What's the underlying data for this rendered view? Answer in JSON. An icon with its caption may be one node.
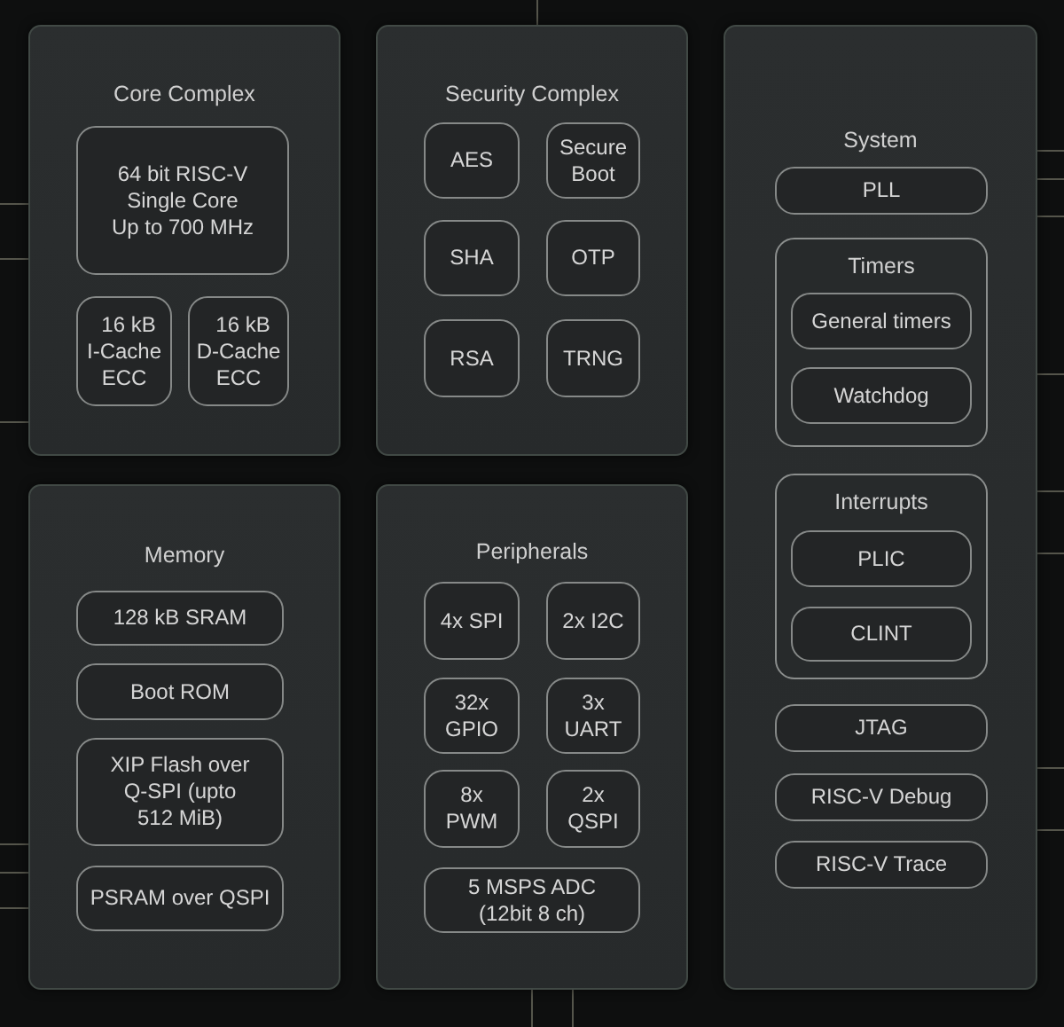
{
  "diagram": {
    "nodes": [
      {
        "text": [
          "Core Complex"
        ]
      },
      {
        "text": [
          "64 bit RISC-V Single Core Up to 700 MHz"
        ],
        "in": 0
      },
      {
        "text": [
          "16 kB I-Cache ECC"
        ],
        "in": 0
      },
      {
        "text": [
          "16 kB D-Cache ECC"
        ],
        "in": 0
      },
      {
        "text": [
          "Security Complex"
        ]
      },
      {
        "text": [
          "AES"
        ],
        "in": 4
      },
      {
        "text": [
          "Secure Boot"
        ],
        "in": 4
      },
      {
        "text": [
          "SHA"
        ],
        "in": 4
      },
      {
        "text": [
          "OTP"
        ],
        "in": 4
      },
      {
        "text": [
          "RSA"
        ],
        "in": 4
      },
      {
        "text": [
          "TRNG"
        ],
        "in": 4
      },
      {
        "text": [
          "System"
        ]
      },
      {
        "text": [
          "PLL"
        ],
        "in": 11
      },
      {
        "text": [
          "Timers"
        ],
        "in": 11
      },
      {
        "text": [
          "General timers"
        ],
        "in": 13
      },
      {
        "text": [
          "Watchdog"
        ],
        "in": 13
      },
      {
        "text": [
          "Interrupts"
        ],
        "in": 11
      },
      {
        "text": [
          "PLIC"
        ],
        "in": 16
      },
      {
        "text": [
          "CLINT"
        ],
        "in": 16
      },
      {
        "text": [
          "JTAG"
        ],
        "in": 11
      },
      {
        "text": [
          "RISC-V Debug"
        ],
        "in": 11
      },
      {
        "text": [
          "RISC-V Trace"
        ],
        "in": 11
      },
      {
        "text": [
          "Memory"
        ]
      },
      {
        "text": [
          "128 kB SRAM"
        ],
        "in": 22
      },
      {
        "text": [
          "Boot ROM"
        ],
        "in": 22
      },
      {
        "text": [
          "XIP Flash over Q-SPI (upto 512 MiB)"
        ],
        "in": 22
      },
      {
        "text": [
          "PSRAM over QSPI"
        ],
        "in": 22
      },
      {
        "text": [
          "Peripherals"
        ]
      },
      {
        "text": [
          "4x SPI"
        ],
        "in": 27
      },
      {
        "text": [
          "2x I2C"
        ],
        "in": 27
      },
      {
        "text": [
          "32x GPIO"
        ],
        "in": 27
      },
      {
        "text": [
          "3x UART"
        ],
        "in": 27
      },
      {
        "text": [
          "8x PWM"
        ],
        "in": 27
      },
      {
        "text": [
          "2x QSPI"
        ],
        "in": 27
      },
      {
        "text": [
          "5 MSPS ADC (12bit 8 ch)"
        ],
        "in": 27
      }
    ],
    "edges": [
      {
        "from": null,
        "to": 0,
        "arrow": "none"
      },
      {
        "from": null,
        "to": 0,
        "arrow": "none"
      },
      {
        "from": null,
        "to": 0,
        "arrow": "none"
      },
      {
        "from": null,
        "to": 22,
        "arrow": "none"
      },
      {
        "from": null,
        "to": 22,
        "arrow": "none"
      },
      {
        "from": null,
        "to": 22,
        "arrow": "none"
      },
      {
        "from": null,
        "to": 4,
        "arrow": "none"
      },
      {
        "from": null,
        "to": 27,
        "arrow": "none"
      },
      {
        "from": null,
        "to": 27,
        "arrow": "none"
      },
      {
        "from": null,
        "to": 11,
        "arrow": "none"
      },
      {
        "from": null,
        "to": 11,
        "arrow": "none"
      },
      {
        "from": null,
        "to": 11,
        "arrow": "none"
      },
      {
        "from": null,
        "to": 11,
        "arrow": "none"
      },
      {
        "from": null,
        "to": 11,
        "arrow": "none"
      },
      {
        "from": null,
        "to": 11,
        "arrow": "none"
      },
      {
        "from": null,
        "to": 11,
        "arrow": "none"
      },
      {
        "from": null,
        "to": 11,
        "arrow": "none"
      }
    ]
  }
}
